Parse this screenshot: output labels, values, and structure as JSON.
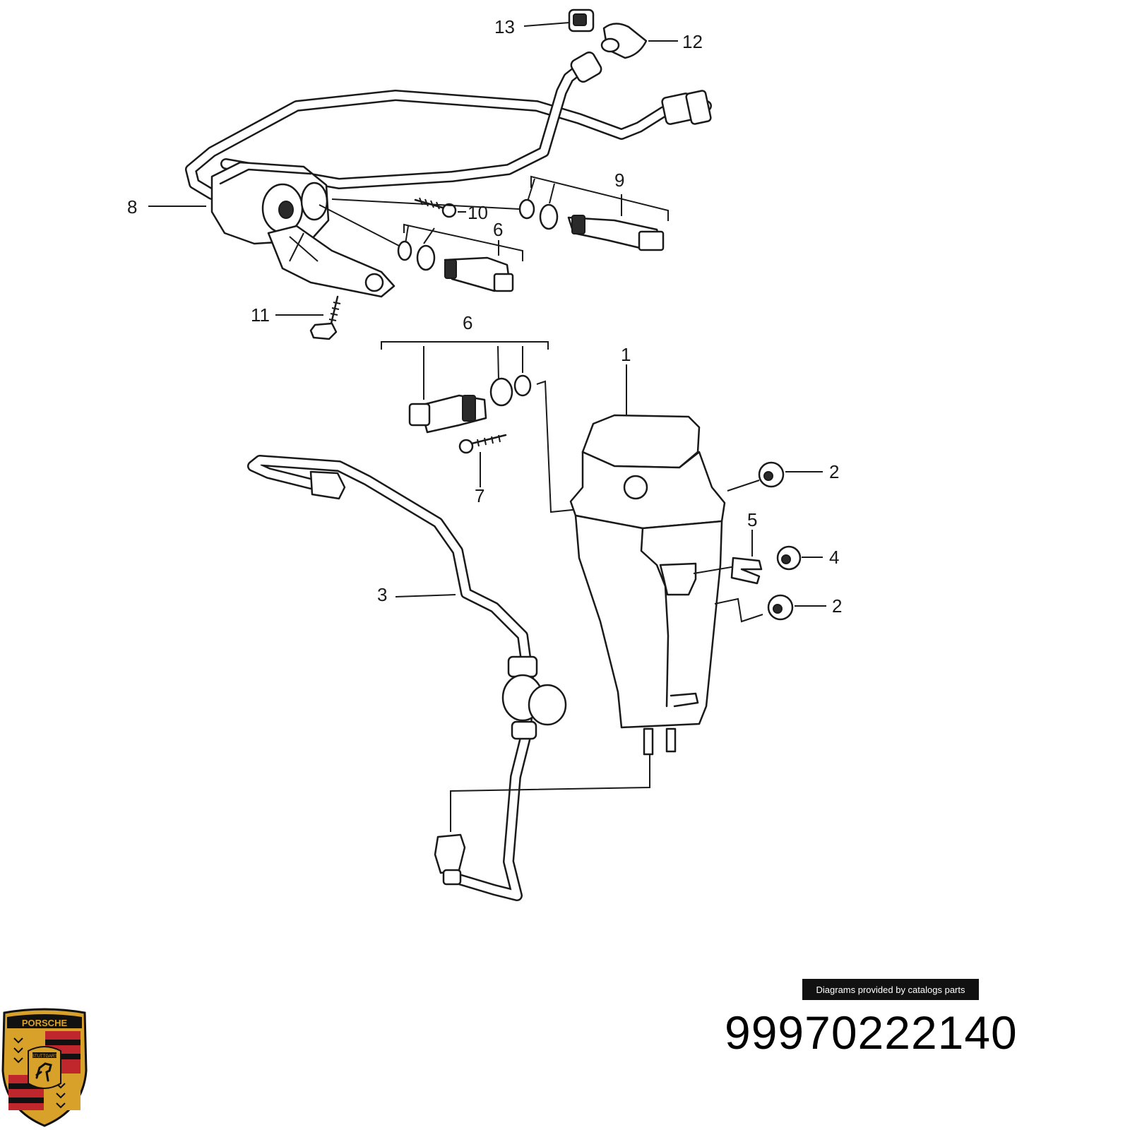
{
  "callouts": {
    "c1": "1",
    "c2a": "2",
    "c2b": "2",
    "c3": "3",
    "c4": "4",
    "c5": "5",
    "c6a": "6",
    "c6b": "6",
    "c7": "7",
    "c8": "8",
    "c9": "9",
    "c10": "10",
    "c11": "11",
    "c12": "12",
    "c13": "13"
  },
  "credit": "Diagrams provided by catalogs parts",
  "part_number": "99970222140",
  "logo": {
    "text_top": "PORSCHE",
    "text_center": "STUTTGART",
    "colors": {
      "gold": "#d8a22a",
      "red": "#c0272d",
      "black": "#111111"
    }
  }
}
